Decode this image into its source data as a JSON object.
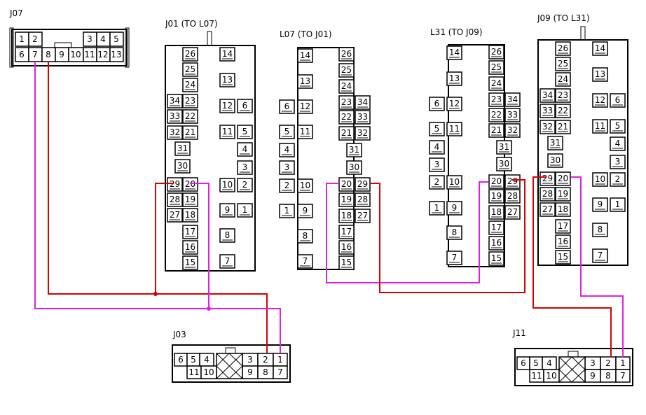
{
  "connectors": {
    "j07": {
      "label": "J07",
      "pins_top": [
        "1",
        "2",
        "3",
        "4",
        "5"
      ],
      "pins_bottom": [
        "6",
        "7",
        "8",
        "9",
        "10",
        "11",
        "12",
        "13"
      ]
    },
    "j01": {
      "label": "J01 (TO L07)"
    },
    "l07": {
      "label": "L07 (TO J01)"
    },
    "l31": {
      "label": "L31 (TO J09)"
    },
    "j09": {
      "label": "J09 (TO L31)"
    },
    "j03": {
      "label": "J03",
      "pins_top": [
        "6",
        "5",
        "4",
        "3",
        "2",
        "1"
      ],
      "pins_bottom": [
        "11",
        "10",
        "9",
        "8",
        "7"
      ]
    },
    "j11": {
      "label": "J11",
      "pins_top": [
        "6",
        "5",
        "4",
        "3",
        "2",
        "1"
      ],
      "pins_bottom": [
        "11",
        "10",
        "9",
        "8",
        "7"
      ]
    }
  },
  "wire_colors": {
    "red": "#d80000",
    "magenta": "#e020e0"
  }
}
